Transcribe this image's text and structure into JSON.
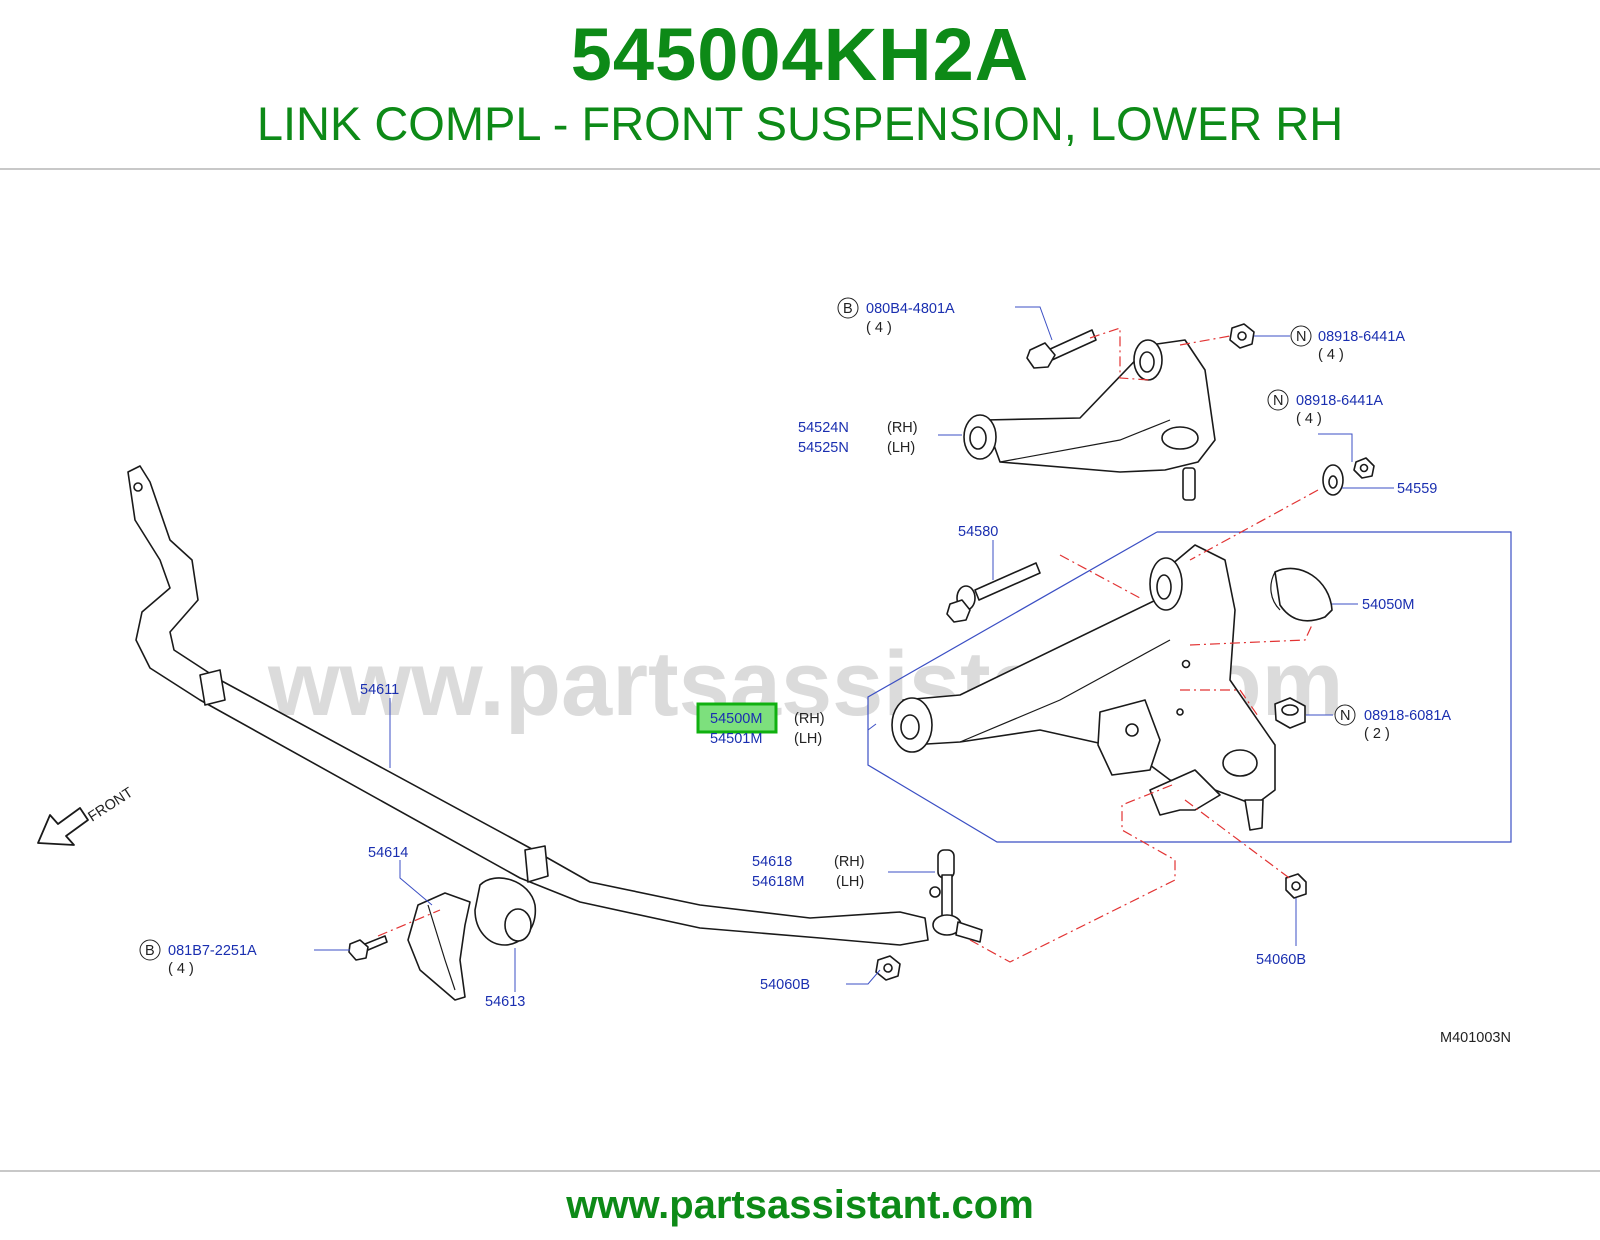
{
  "header": {
    "part_number": "545004KH2A",
    "description": "LINK COMPL - FRONT SUSPENSION, LOWER RH"
  },
  "watermark": "www.partsassistant.com",
  "footer": {
    "url": "www.partsassistant.com"
  },
  "diagram": {
    "code": "M401003N",
    "front_label": "FRONT",
    "callouts": {
      "bolt_upper": {
        "prefix": "B",
        "part": "080B4-4801A",
        "qty": "( 4 )"
      },
      "nut_upper_a": {
        "prefix": "N",
        "part": "08918-6441A",
        "qty": "( 4 )"
      },
      "nut_upper_b": {
        "prefix": "N",
        "part": "08918-6441A",
        "qty": "( 4 )"
      },
      "upper_link": {
        "rh_part": "54524N",
        "rh": "(RH)",
        "lh_part": "54525N",
        "lh": "(LH)"
      },
      "washer": {
        "part": "54559"
      },
      "cam_bolt": {
        "part": "54580"
      },
      "cover": {
        "part": "54050M"
      },
      "lower_link": {
        "rh_part": "54500M",
        "rh": "(RH)",
        "lh_part": "54501M",
        "lh": "(LH)"
      },
      "nut_lower": {
        "prefix": "N",
        "part": "08918-6081A",
        "qty": "( 2 )"
      },
      "stabilizer": {
        "part": "54611"
      },
      "clamp": {
        "part": "54614"
      },
      "bushing": {
        "part": "54613"
      },
      "bolt_clamp": {
        "prefix": "B",
        "part": "081B7-2251A",
        "qty": "( 4 )"
      },
      "conn_rod": {
        "rh_part": "54618",
        "rh": "(RH)",
        "lh_part": "54618M",
        "lh": "(LH)"
      },
      "nut_rod_left": {
        "part": "54060B"
      },
      "nut_rod_right": {
        "part": "54060B"
      }
    },
    "highlighted_part": "54500M",
    "colors": {
      "brand": "#0d8a17",
      "label": "#1a2fb0",
      "highlight": "#7de07d",
      "centerline": "#e23333"
    }
  }
}
